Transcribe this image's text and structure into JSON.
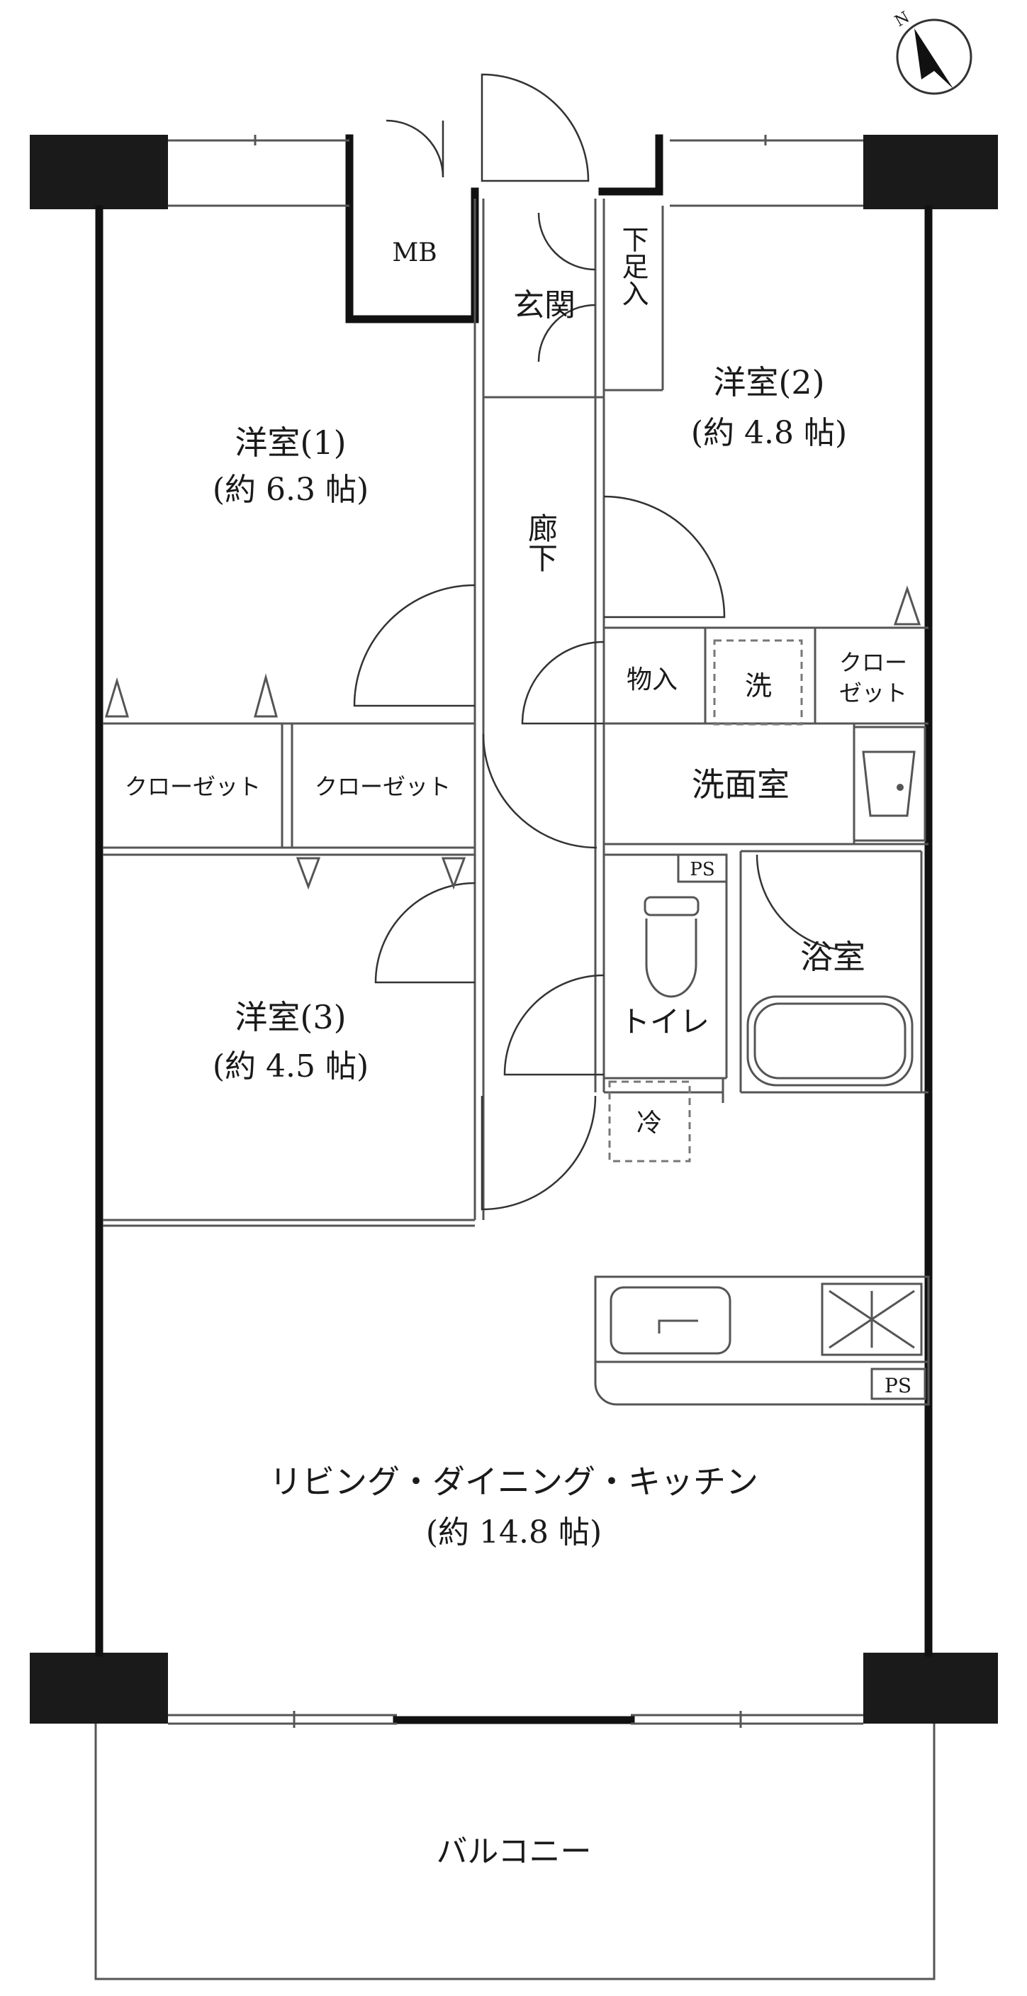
{
  "compass": {
    "label": "N"
  },
  "rooms": {
    "mb": "MB",
    "genkan": "玄関",
    "shoe": "下足入",
    "west1_name": "洋室(1)",
    "west1_size": "(約 6.3 帖)",
    "west2_name": "洋室(2)",
    "west2_size": "(約 4.8 帖)",
    "west3_name": "洋室(3)",
    "west3_size": "(約 4.5 帖)",
    "hall": "廊下",
    "storage": "物入",
    "washer": "洗",
    "closet_small_1": "クロー",
    "closet_small_2": "ゼット",
    "closet_a": "クローゼット",
    "closet_b": "クローゼット",
    "washroom": "洗面室",
    "ps_top": "PS",
    "bath": "浴室",
    "toilet": "トイレ",
    "fridge": "冷",
    "ps_kitchen": "PS",
    "ldk_name": "リビング・ダイニング・キッチン",
    "ldk_size": "(約 14.8 帖)",
    "balcony": "バルコニー"
  }
}
